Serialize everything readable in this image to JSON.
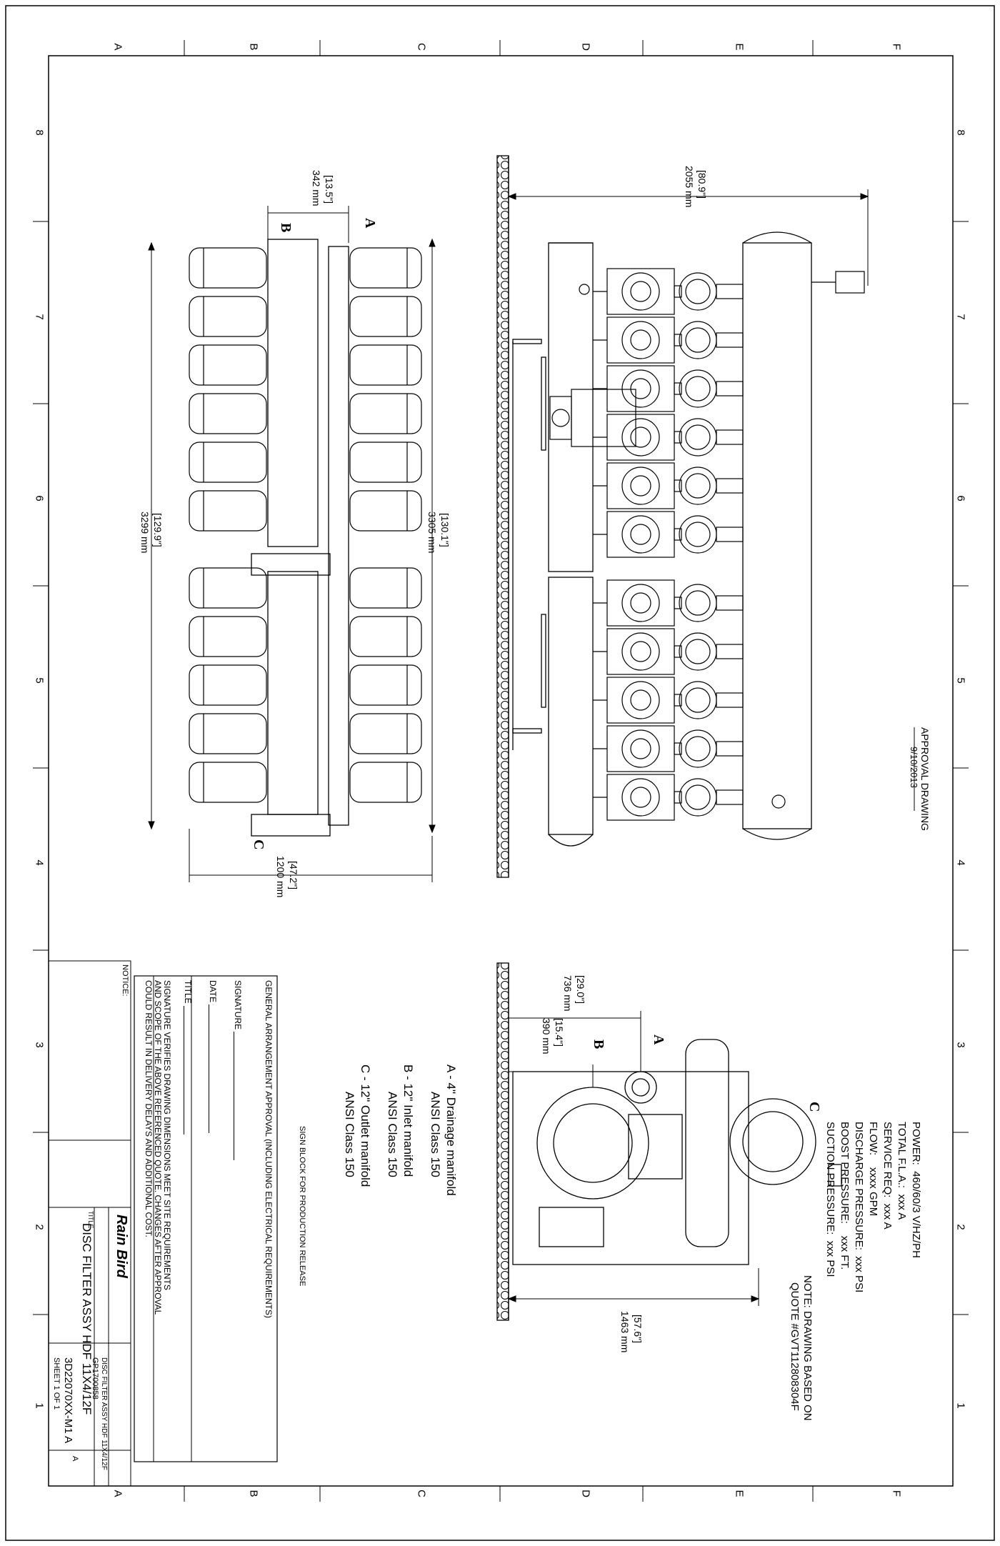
{
  "border": {
    "zones_letters": [
      "A",
      "B",
      "C",
      "D",
      "E",
      "F"
    ],
    "zones_numbers": [
      "8",
      "7",
      "6",
      "5",
      "4",
      "3",
      "2",
      "1"
    ]
  },
  "approval": {
    "title": "APPROVAL DRAWING",
    "date": "9/10/2013"
  },
  "specs": [
    {
      "label": "POWER:",
      "value": "460/60/3 V/HZ/PH"
    },
    {
      "label": "TOTAL F.L.A.:",
      "value": "xxx A"
    },
    {
      "label": "SERVICE REQ:",
      "value": "xxx A"
    },
    {
      "label": "FLOW:",
      "value": "xxxx GPM"
    },
    {
      "label": "DISCHARGE PRESSURE:",
      "value": "xxx PSI"
    },
    {
      "label": "BOOST PRESSURE:",
      "value": "xxx FT."
    },
    {
      "label": "SUCTION PRESSURE:",
      "value": "xxx PSI"
    }
  ],
  "note": {
    "line1": "NOTE: DRAWING BASED ON",
    "line2": "QUOTE #GVT112808304F"
  },
  "legend": [
    {
      "line1": "A - 4\" Drainage manifold",
      "line2": "ANSI Class 150"
    },
    {
      "line1": "B - 12\" Inlet manifold",
      "line2": "ANSI Class 150"
    },
    {
      "line1": "C - 12\" Outlet manifold",
      "line2": "ANSI Class 150"
    }
  ],
  "dimensions": {
    "front_height": {
      "in": "[80.9\"]",
      "mm": "2055 mm"
    },
    "top_width": {
      "in": "[13.5\"]",
      "mm": "342 mm"
    },
    "top_length_a": {
      "in": "[130.1\"]",
      "mm": "3305 mm"
    },
    "top_length_b": {
      "in": "[129.9\"]",
      "mm": "3299 mm"
    },
    "top_depth": {
      "in": "[47.2\"]",
      "mm": "1200 mm"
    },
    "side_a": {
      "in": "[29.0\"]",
      "mm": "736 mm"
    },
    "side_b": {
      "in": "[15.4\"]",
      "mm": "390 mm"
    },
    "side_width": {
      "in": "[57.6\"]",
      "mm": "1463 mm"
    }
  },
  "markers": {
    "a": "A",
    "b": "B",
    "c": "C"
  },
  "signoff": {
    "sign_block": "SIGN BLOCK FOR PRODUCTION RELEASE",
    "general": "GENERAL ARRANGEMENT APPROVAL (INCLUDING ELECTRICAL REQUIREMENTS)",
    "signature": "SIGNATURE",
    "date": "DATE",
    "title": "TITLE",
    "verify1": "SIGNATURE VERIFIES DRAWING DIMENSIONS MEET SITE REQUIREMENTS",
    "verify2": "AND SCOPE OF THE ABOVE REFERENCED QUOTE. CHANGES AFTER APPROVAL",
    "verify3": "COULD RESULT IN DELIVERY DELAYS AND ADDITIONAL COST."
  },
  "titleblock": {
    "notice": "NOTICE:",
    "company": "Rain Bird",
    "title_label": "TITLE",
    "title": "DISC FILTER ASSY HDF 11X4/12F",
    "part_desc": "DISC FILTER ASSY HDF 11X4/12F",
    "part_no": "GP1700858",
    "drawing_no": "3D22070XX-M1 A",
    "sheet": "SHEET 1 OF 1",
    "rev": "A"
  }
}
